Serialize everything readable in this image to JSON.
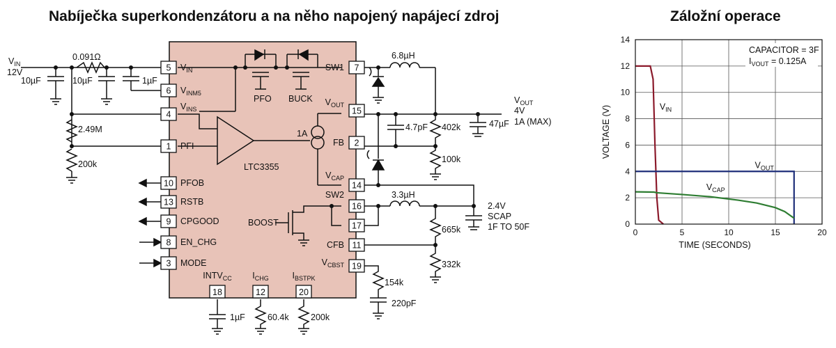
{
  "titles": {
    "schematic": "Nabíječka superkondenzátoru a na něho napojený napájecí zdroj",
    "chart": "Záložní  operace"
  },
  "schematic": {
    "chip_name": "LTC3355",
    "inputs": {
      "vin": "V",
      "vin_sub": "IN",
      "vin_value": "12V"
    },
    "components": {
      "r_sense": "0.091Ω",
      "c_in1": "10µF",
      "c_in2": "10µF",
      "c_in3": "1µF",
      "r_pfi_top": "2.49M",
      "r_pfi_bot": "200k",
      "l_buck": "6.8µH",
      "c_ff": "4.7pF",
      "r_fb_top": "402k",
      "r_fb_bot": "100k",
      "c_out": "47µF",
      "l_boost": "3.3µH",
      "r_cfb_top": "665k",
      "r_cfb_bot": "332k",
      "r_vcbst": "154k",
      "c_vcbst": "220pF",
      "c_intvcc": "1µF",
      "r_ichg": "60.4k",
      "r_ibstpk": "200k",
      "scap": [
        "2.4V",
        "SCAP",
        "1F TO 50F"
      ]
    },
    "output": {
      "vout": "V",
      "vout_sub": "OUT",
      "v": "4V",
      "i": "1A (MAX)"
    },
    "internal": {
      "pfo": "PFO",
      "buck": "BUCK",
      "boost": "BOOST",
      "current": "1A"
    },
    "pins_left": [
      {
        "num": "5",
        "label": "V",
        "sub": "IN"
      },
      {
        "num": "6",
        "label": "V",
        "sub": "INM5"
      },
      {
        "num": "4",
        "label": "V",
        "sub": "INS"
      },
      {
        "num": "1",
        "label": "PFI",
        "sub": ""
      },
      {
        "num": "10",
        "label": "PFOB",
        "sub": ""
      },
      {
        "num": "13",
        "label": "RSTB",
        "sub": ""
      },
      {
        "num": "9",
        "label": "CPGOOD",
        "sub": ""
      },
      {
        "num": "8",
        "label": "EN_CHG",
        "sub": ""
      },
      {
        "num": "3",
        "label": "MODE",
        "sub": ""
      }
    ],
    "pins_right": [
      {
        "num": "7",
        "label": "SW1",
        "sub": ""
      },
      {
        "num": "15",
        "label": "V",
        "sub": "OUT"
      },
      {
        "num": "2",
        "label": "FB",
        "sub": ""
      },
      {
        "num": "14",
        "label": "V",
        "sub": "CAP"
      },
      {
        "num": "16",
        "label": "SW2",
        "sub": ""
      },
      {
        "num": "17",
        "label": "",
        "sub": ""
      },
      {
        "num": "11",
        "label": "CFB",
        "sub": ""
      },
      {
        "num": "19",
        "label": "V",
        "sub": "CBST"
      }
    ],
    "pins_bottom": [
      {
        "num": "18",
        "label": "INTV",
        "sub": "CC"
      },
      {
        "num": "12",
        "label": "I",
        "sub": "CHG"
      },
      {
        "num": "20",
        "label": "I",
        "sub": "BSTPK"
      }
    ]
  },
  "chart_data": {
    "type": "line",
    "title": "Záložní  operace",
    "xlabel": "TIME (SECONDS)",
    "ylabel": "VOLTAGE (V)",
    "xlim": [
      0,
      20
    ],
    "ylim": [
      0,
      14
    ],
    "xticks": [
      0,
      5,
      10,
      15,
      20
    ],
    "yticks": [
      0,
      2,
      4,
      6,
      8,
      10,
      12,
      14
    ],
    "grid": true,
    "annotation": [
      "CAPACITOR = 3F",
      "I",
      "VOUT",
      " = 0.125A"
    ],
    "series": [
      {
        "name": "VIN",
        "label": "V",
        "sub": "IN",
        "color": "#8b1a2b",
        "x": [
          0,
          1.6,
          1.9,
          2.1,
          2.3,
          2.5,
          3.0
        ],
        "y": [
          12,
          12,
          11,
          6,
          2,
          0.3,
          0
        ]
      },
      {
        "name": "VOUT",
        "label": "V",
        "sub": "OUT",
        "color": "#1f2f7a",
        "x": [
          0,
          17.0,
          17.0
        ],
        "y": [
          4,
          4,
          0
        ]
      },
      {
        "name": "VCAP",
        "label": "V",
        "sub": "CAP",
        "color": "#2e7d32",
        "x": [
          0,
          2,
          2.3,
          5,
          8,
          11,
          13,
          15,
          16,
          17
        ],
        "y": [
          2.45,
          2.43,
          2.38,
          2.25,
          2.08,
          1.82,
          1.6,
          1.25,
          0.95,
          0.45
        ]
      }
    ]
  }
}
